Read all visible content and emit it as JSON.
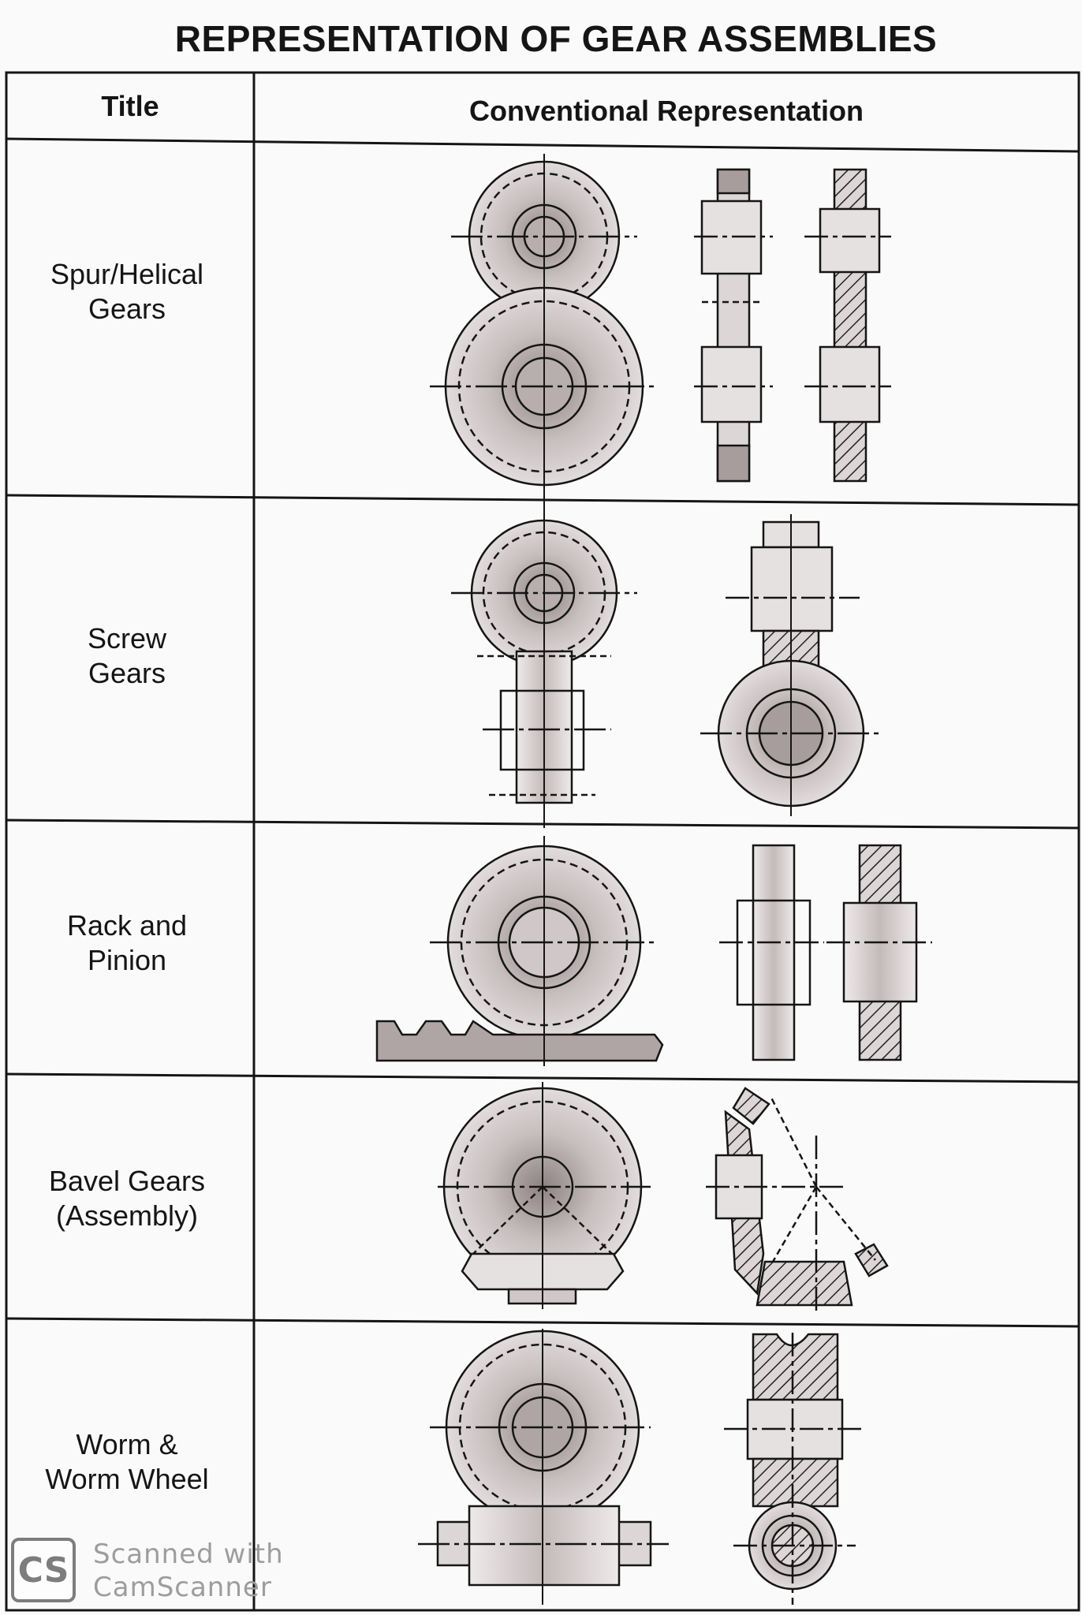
{
  "page_title": "REPRESENTATION OF GEAR ASSEMBLIES",
  "table": {
    "header_title": "Title",
    "header_representation": "Conventional Representation",
    "rows": [
      {
        "line1": "Spur/Helical",
        "line2": "Gears"
      },
      {
        "line1": "Screw",
        "line2": "Gears"
      },
      {
        "line1": "Rack and",
        "line2": "Pinion"
      },
      {
        "line1": "Bavel Gears",
        "line2": "(Assembly)"
      },
      {
        "line1": "Worm &",
        "line2": "Worm Wheel"
      }
    ]
  },
  "watermark": {
    "logo_text": "CS",
    "line1": "Scanned with",
    "line2": "CamScanner"
  },
  "colors": {
    "ink": "#151515",
    "gear_fill": "#d8d2d2",
    "gear_shade": "#a49898",
    "paper": "#fbfafa"
  }
}
